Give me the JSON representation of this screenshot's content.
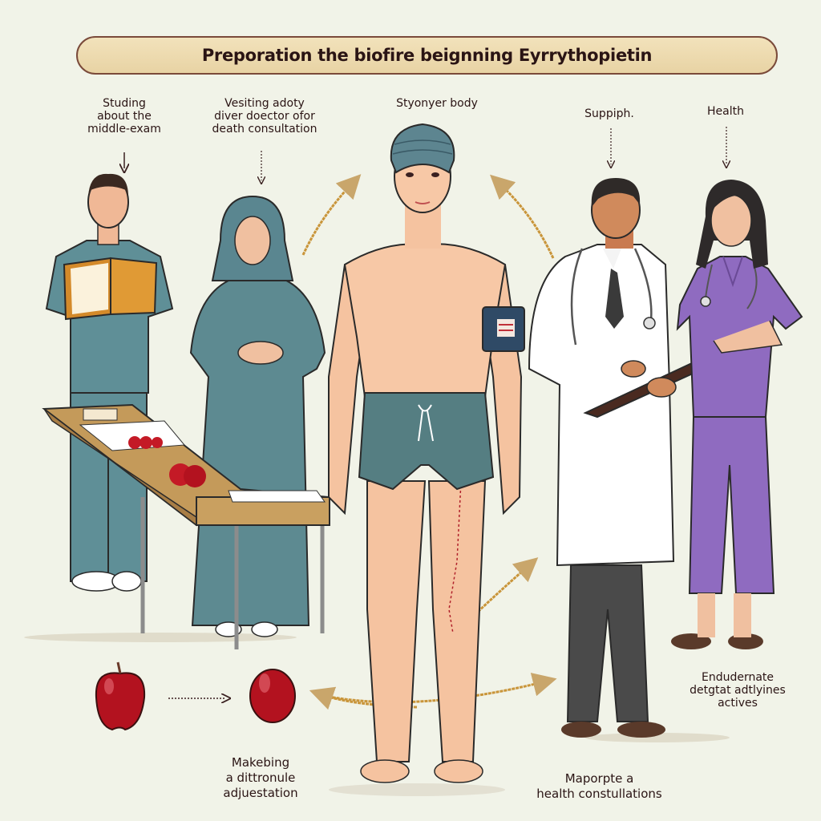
{
  "banner": {
    "title": "Preporation the biofire beignning Eyrrythopietin",
    "background": "#ead7a9",
    "border": "#7a4a3a"
  },
  "labels": {
    "studying": "Studing\nabout the\nmiddle-exam",
    "visiting": "Vesiting adoty\ndiver doector ofor\ndeath consultation",
    "body": "Styonyer body",
    "supplement": "Suppiph.",
    "health": "Health",
    "endurance": "Endudernate\ndetgtat adtlyines\nactives",
    "diet": "Makebing\na dittronule\nadjuestation",
    "consult": "Maporpte a\nhealth constullations"
  },
  "figures": [
    {
      "role": "student-nurse",
      "outfit_color": "#5f8f97",
      "holding": "book-icon"
    },
    {
      "role": "woman-in-hijab",
      "outfit_color": "#5d8a91"
    },
    {
      "role": "patient-body",
      "shorts_color": "#557e82",
      "headwrap_color": "#5d8590",
      "armband": "blood-pressure-cuff-icon"
    },
    {
      "role": "doctor",
      "coat_color": "#ffffff",
      "holding": "clipboard-icon"
    },
    {
      "role": "nurse",
      "outfit_color": "#8f6bc0"
    }
  ],
  "objects": [
    "examination-table",
    "apple-icon",
    "red-fruit-icon",
    "bowl-of-fruit-icon"
  ],
  "colors": {
    "background": "#f1f3e8",
    "arrow_gold": "#c9953a",
    "skin": "#f5c3a0",
    "apple_red": "#b3121f"
  }
}
